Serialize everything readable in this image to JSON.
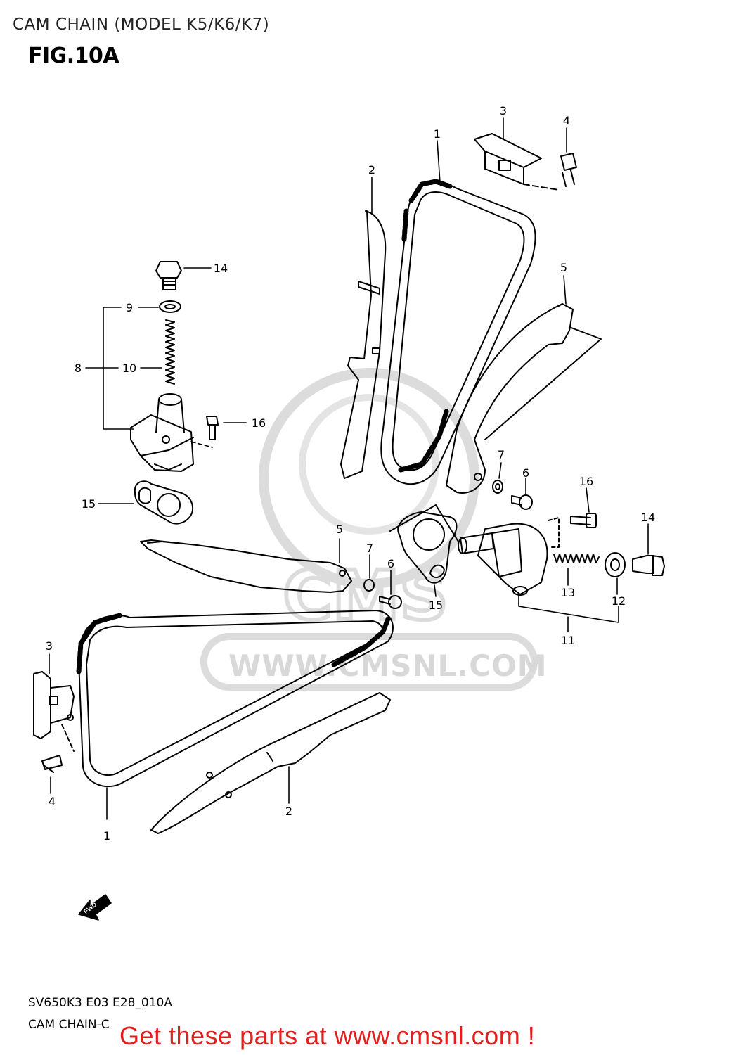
{
  "header": {
    "title": "CAM CHAIN (MODEL K5/K6/K7)",
    "figure": "FIG.10A"
  },
  "footer": {
    "model_code": "SV650K3 E03 E28_010A",
    "section": "CAM CHAIN-C",
    "promo": "Get these parts at www.cmsnl.com !"
  },
  "watermark": {
    "text": "WWW.CMSNL.COM",
    "logo": "CMS"
  },
  "direction_marker": {
    "label": "FWD"
  },
  "callouts": {
    "c1_top": "1",
    "c2_top": "2",
    "c3_top": "3",
    "c4_top": "4",
    "c5_right": "5",
    "c14_left": "14",
    "c9": "9",
    "c8": "8",
    "c10": "10",
    "c16_left": "16",
    "c15_left": "15",
    "c7_right": "7",
    "c6_right": "6",
    "c16_right": "16",
    "c14_right": "14",
    "c5_mid": "5",
    "c7_mid": "7",
    "c6_mid": "6",
    "c15_mid": "15",
    "c13": "13",
    "c12": "12",
    "c11": "11",
    "c3_bottom": "3",
    "c4_bottom": "4",
    "c1_bottom": "1",
    "c2_bottom": "2"
  },
  "colors": {
    "promo": "#e0201c",
    "line": "#000000",
    "watermark": "#d8d8d8"
  }
}
